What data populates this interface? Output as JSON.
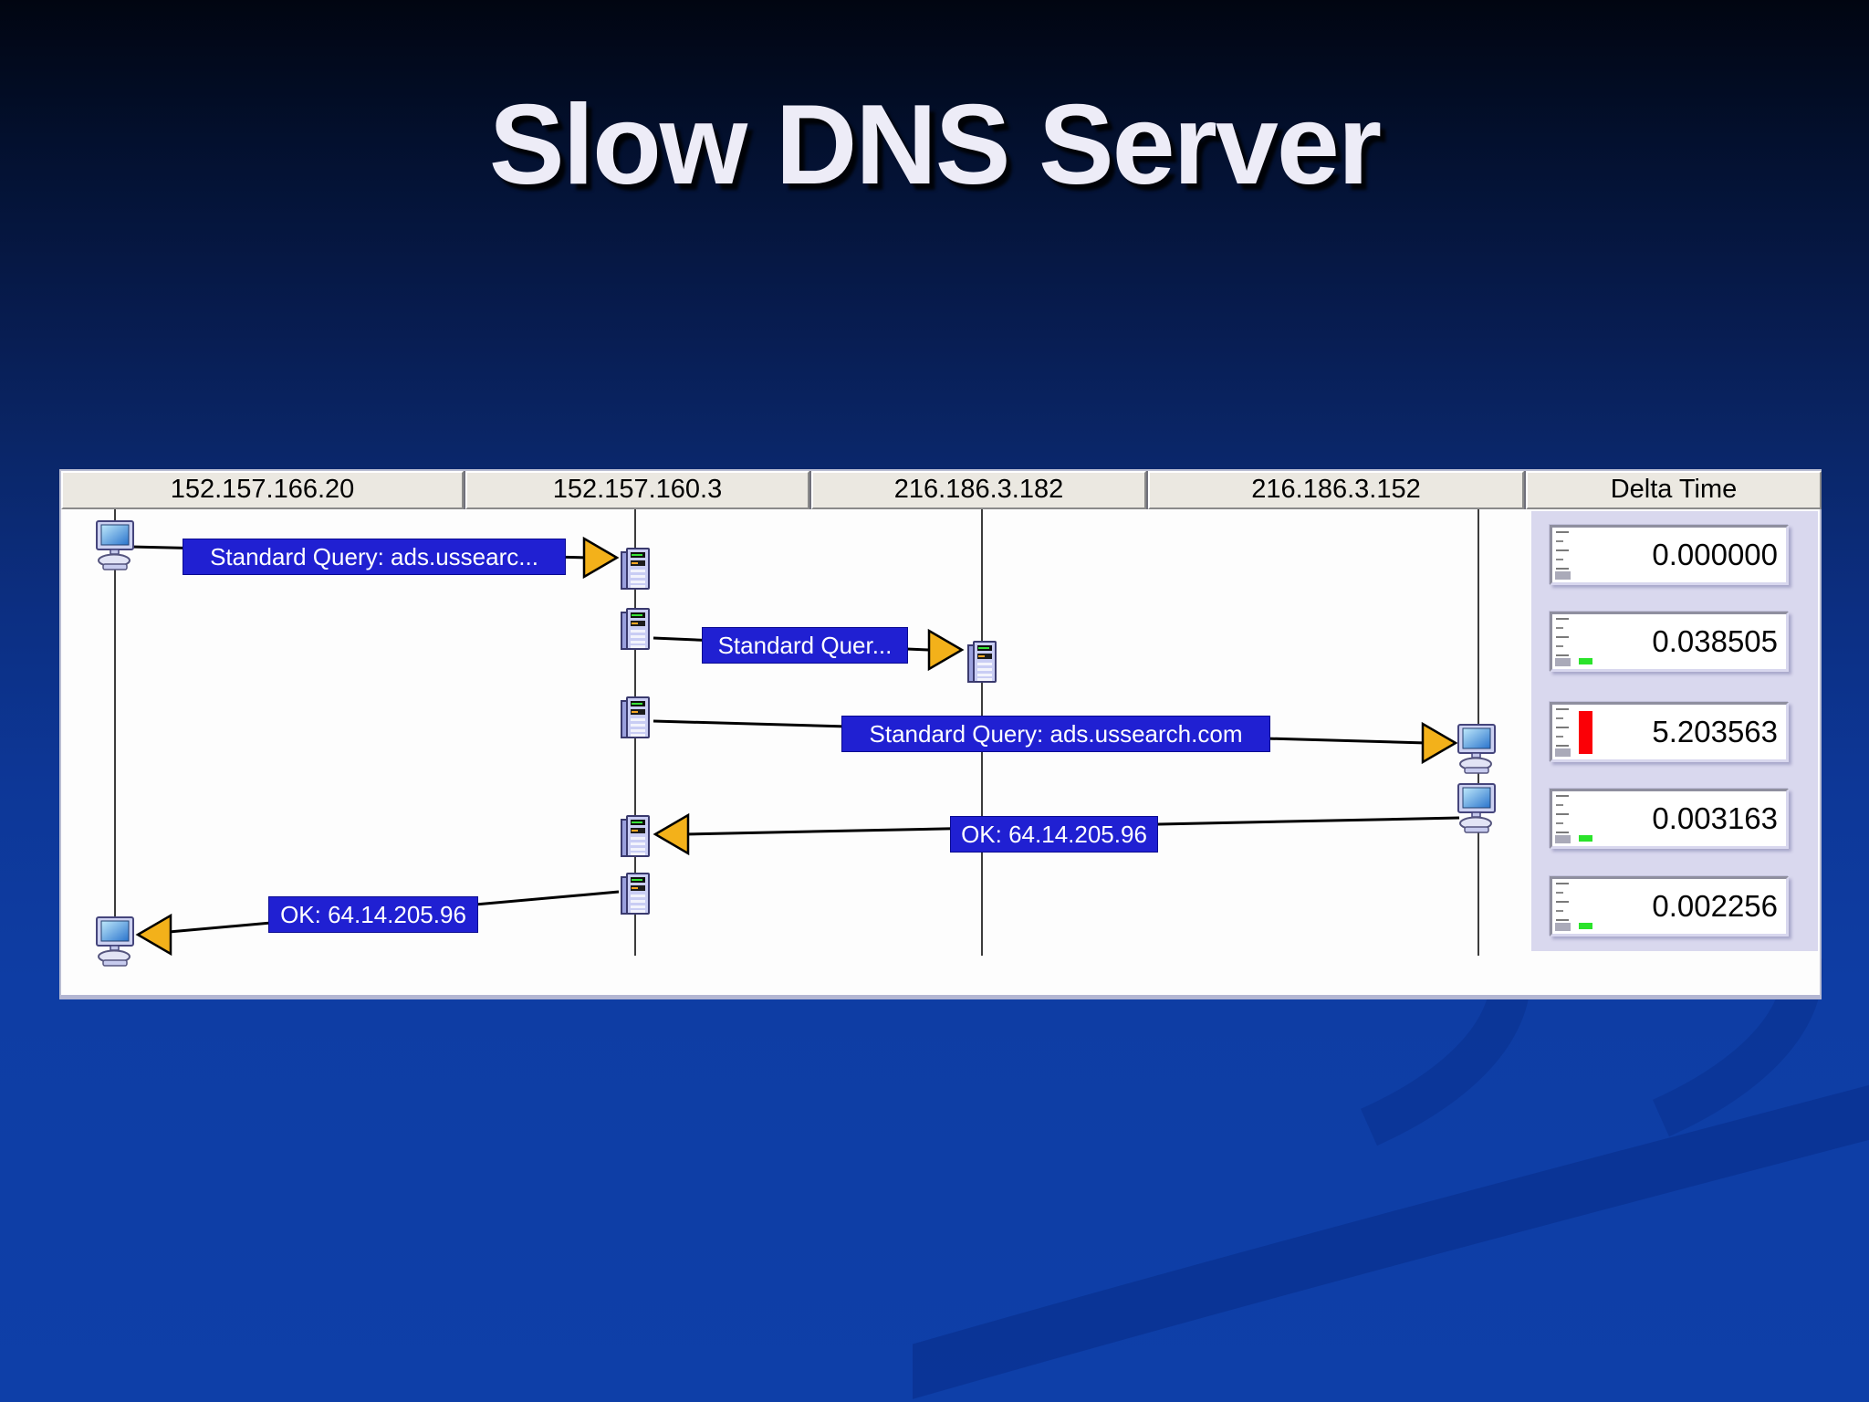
{
  "slide": {
    "title": "Slow DNS Server"
  },
  "diagram": {
    "headers": [
      "152.157.166.20",
      "152.157.160.3",
      "216.186.3.182",
      "216.186.3.152",
      "Delta Time"
    ],
    "messages": [
      {
        "label": "Standard Query: ads.ussearc...",
        "direction": "right",
        "from": "152.157.166.20",
        "to": "152.157.160.3"
      },
      {
        "label": "Standard Quer...",
        "direction": "right",
        "from": "152.157.160.3",
        "to": "216.186.3.182"
      },
      {
        "label": "Standard Query: ads.ussearch.com",
        "direction": "right",
        "from": "152.157.160.3",
        "to": "216.186.3.152"
      },
      {
        "label": "OK: 64.14.205.96",
        "direction": "left",
        "from": "216.186.3.152",
        "to": "152.157.160.3"
      },
      {
        "label": "OK: 64.14.205.96",
        "direction": "left",
        "from": "152.157.160.3",
        "to": "152.157.166.20"
      }
    ],
    "delta_times": [
      {
        "value": "0.000000",
        "bar_class": "bar none"
      },
      {
        "value": "0.038505",
        "bar_class": "bar green"
      },
      {
        "value": "5.203563",
        "bar_class": "bar red"
      },
      {
        "value": "0.003163",
        "bar_class": "bar green"
      },
      {
        "value": "0.002256",
        "bar_class": "bar green"
      }
    ],
    "colors": {
      "label_bg": "#2020d2",
      "label_text": "#ffffff",
      "arrow": "#f3b11a",
      "bar_red": "#fb0006",
      "bar_green": "#2be32b",
      "delta_panel_bg": "#d9d8ee",
      "header_bg": "#ebe8e1",
      "slide_top": "#010511",
      "slide_bottom": "#0e3fa8"
    }
  }
}
